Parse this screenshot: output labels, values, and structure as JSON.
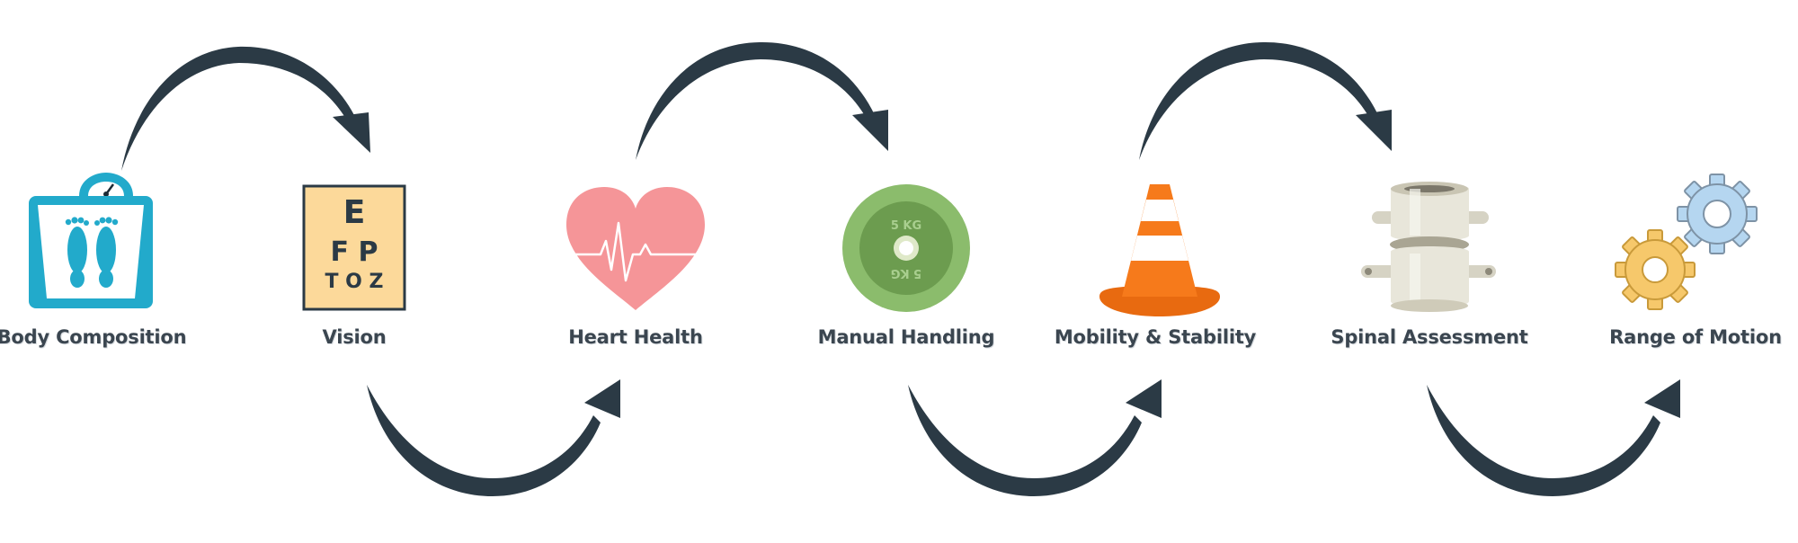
{
  "steps": [
    {
      "label": "Body Composition",
      "icon": "bathroom-scale-icon"
    },
    {
      "label": "Vision",
      "icon": "eye-chart-icon"
    },
    {
      "label": "Heart Health",
      "icon": "heart-pulse-icon"
    },
    {
      "label": "Manual Handling",
      "icon": "weight-plate-icon"
    },
    {
      "label": "Mobility & Stability",
      "icon": "traffic-cone-icon"
    },
    {
      "label": "Spinal Assessment",
      "icon": "vertebrae-icon"
    },
    {
      "label": "Range of Motion",
      "icon": "gears-icon"
    }
  ],
  "eye_chart": {
    "row1": "E",
    "row2": "F P",
    "row3": "T O Z"
  },
  "weight_plate": {
    "text": "5 KG"
  },
  "colors": {
    "arrow": "#2b3a45",
    "label": "#3b4650",
    "scale_teal": "#22aacb",
    "chart_bg": "#fcd99a",
    "heart": "#f59598",
    "plate_green": "#79a75c",
    "cone_orange": "#f67a1b",
    "vertebra": "#d6d3c4",
    "gear_blue": "#b5d6f0",
    "gear_yellow": "#f6c86b"
  }
}
